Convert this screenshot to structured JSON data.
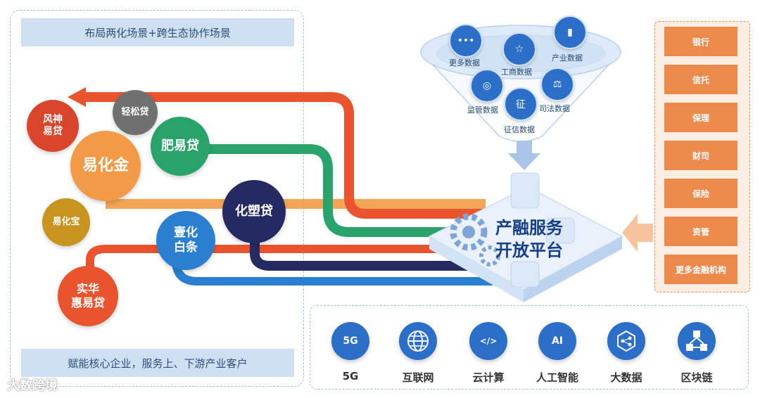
{
  "top_banner": "布局两化场景+跨生态协作场景",
  "bottom_banner": "赋能核心企业，服务上、下游产业客户",
  "products": {
    "fengshen": "风神\n易贷",
    "qingsong": "轻松贷",
    "yihuajin": "易化金",
    "feiyidai": "肥易贷",
    "yihuabao": "易化宝",
    "huasudai": "化塑贷",
    "yihua_baitiao": "壹化\n白条",
    "shihua": "实华\n惠易贷"
  },
  "data_sources": {
    "more": "更多数据",
    "business": "工商数据",
    "industry": "产业数据",
    "supervision": "监管数据",
    "credit": "征信数据",
    "judicial": "司法数据"
  },
  "platform": {
    "line1": "产融服务",
    "line2": "开放平台",
    "credit_glyph": "征"
  },
  "financial_institutions": [
    "银行",
    "信托",
    "保理",
    "财司",
    "保险",
    "资管",
    "更多金融机构"
  ],
  "technologies": [
    {
      "label": "5G",
      "glyph": "5G",
      "icon": "5g-icon"
    },
    {
      "label": "互联网",
      "glyph": "",
      "icon": "globe-icon"
    },
    {
      "label": "云计算",
      "glyph": "</>",
      "icon": "cloud-icon"
    },
    {
      "label": "人工智能",
      "glyph": "AI",
      "icon": "ai-icon"
    },
    {
      "label": "大数据",
      "glyph": "",
      "icon": "big-data-icon"
    },
    {
      "label": "区块链",
      "glyph": "",
      "icon": "blockchain-icon"
    }
  ],
  "watermark": "大数跨境",
  "colors": {
    "red": "#d9452b",
    "gray": "#707070",
    "orange": "#f29a45",
    "green": "#2aa36b",
    "gold": "#c8941e",
    "navy": "#262a63",
    "blue": "#2b7fd0",
    "flow_red": "#e9532e",
    "institution": "#ec8a4c",
    "tech_blue": "#2b6fc9"
  }
}
